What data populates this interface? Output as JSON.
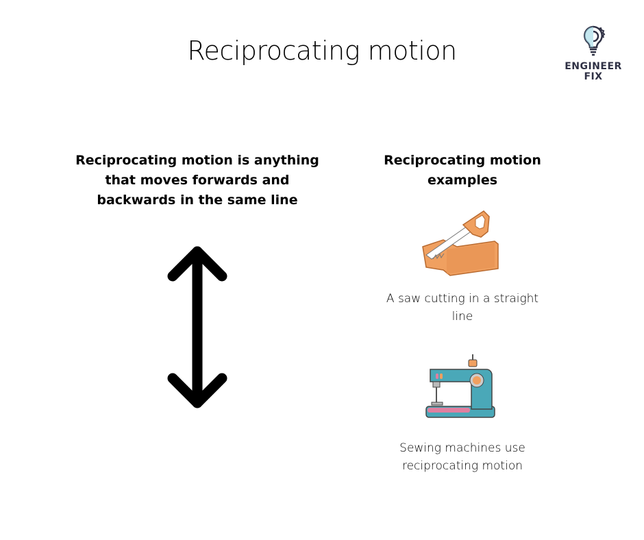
{
  "title": "Reciprocating motion",
  "logo": {
    "line1": "ENGINEER",
    "line2": "FIX"
  },
  "left": {
    "description": "Reciprocating motion is anything that moves forwards and backwards in the same line",
    "icon": "double-arrow-vertical-icon"
  },
  "right": {
    "heading": "Reciprocating motion examples",
    "examples": [
      {
        "icon": "saw-icon",
        "caption": "A saw cutting in a straight line"
      },
      {
        "icon": "sewing-machine-icon",
        "caption": "Sewing machines use reciprocating motion"
      }
    ]
  },
  "colors": {
    "saw_orange": "#f0a060",
    "machine_teal": "#4aa8b8",
    "logo_navy": "#2f3145"
  }
}
